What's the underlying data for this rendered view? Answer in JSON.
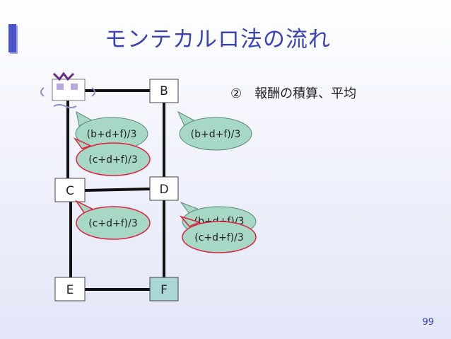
{
  "title": "モンテカルロ法の流れ",
  "step_label": "②　報酬の積算、平均",
  "page_number": "99",
  "nodes": {
    "b": "B",
    "c": "C",
    "d": "D",
    "e": "E",
    "f": "F"
  },
  "bubbles": {
    "a_bdf": "(b+d+f)/3",
    "a_cdf": "(c+d+f)/3",
    "b_bdf": "(b+d+f)/3",
    "c_cdf": "(c+d+f)/3",
    "d_bdf": "(b+d+f)/3",
    "d_cdf": "(c+d+f)/3"
  },
  "colors": {
    "accent": "#3a44b8",
    "bubble_fill": "#a7d8c6",
    "bubble_border_default": "#5a8a76",
    "bubble_border_highlight": "#e0203a",
    "node_f_fill": "#a9d6d6"
  }
}
